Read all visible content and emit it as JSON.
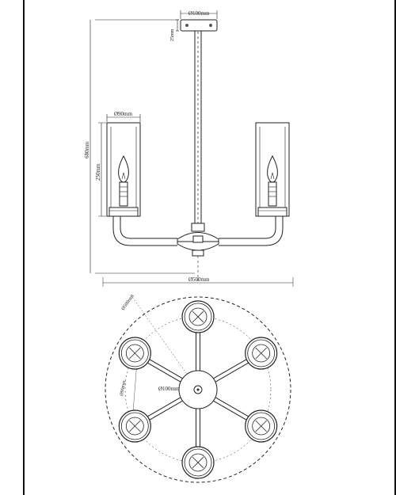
{
  "dimensions": {
    "canopy_diameter": "Ø100mm",
    "canopy_height": "25mm",
    "total_height": "680mm",
    "shade_height": "250mm",
    "shade_diameter": "Ø90mm",
    "total_width": "Ø500mm",
    "outer_diameter": "Ø500mm",
    "arm_circle_diameter": "Ø90mm",
    "hub_diameter": "Ø100mm"
  },
  "colors": {
    "line": "#222222",
    "fill_dark": "#555555",
    "background": "#ffffff"
  }
}
